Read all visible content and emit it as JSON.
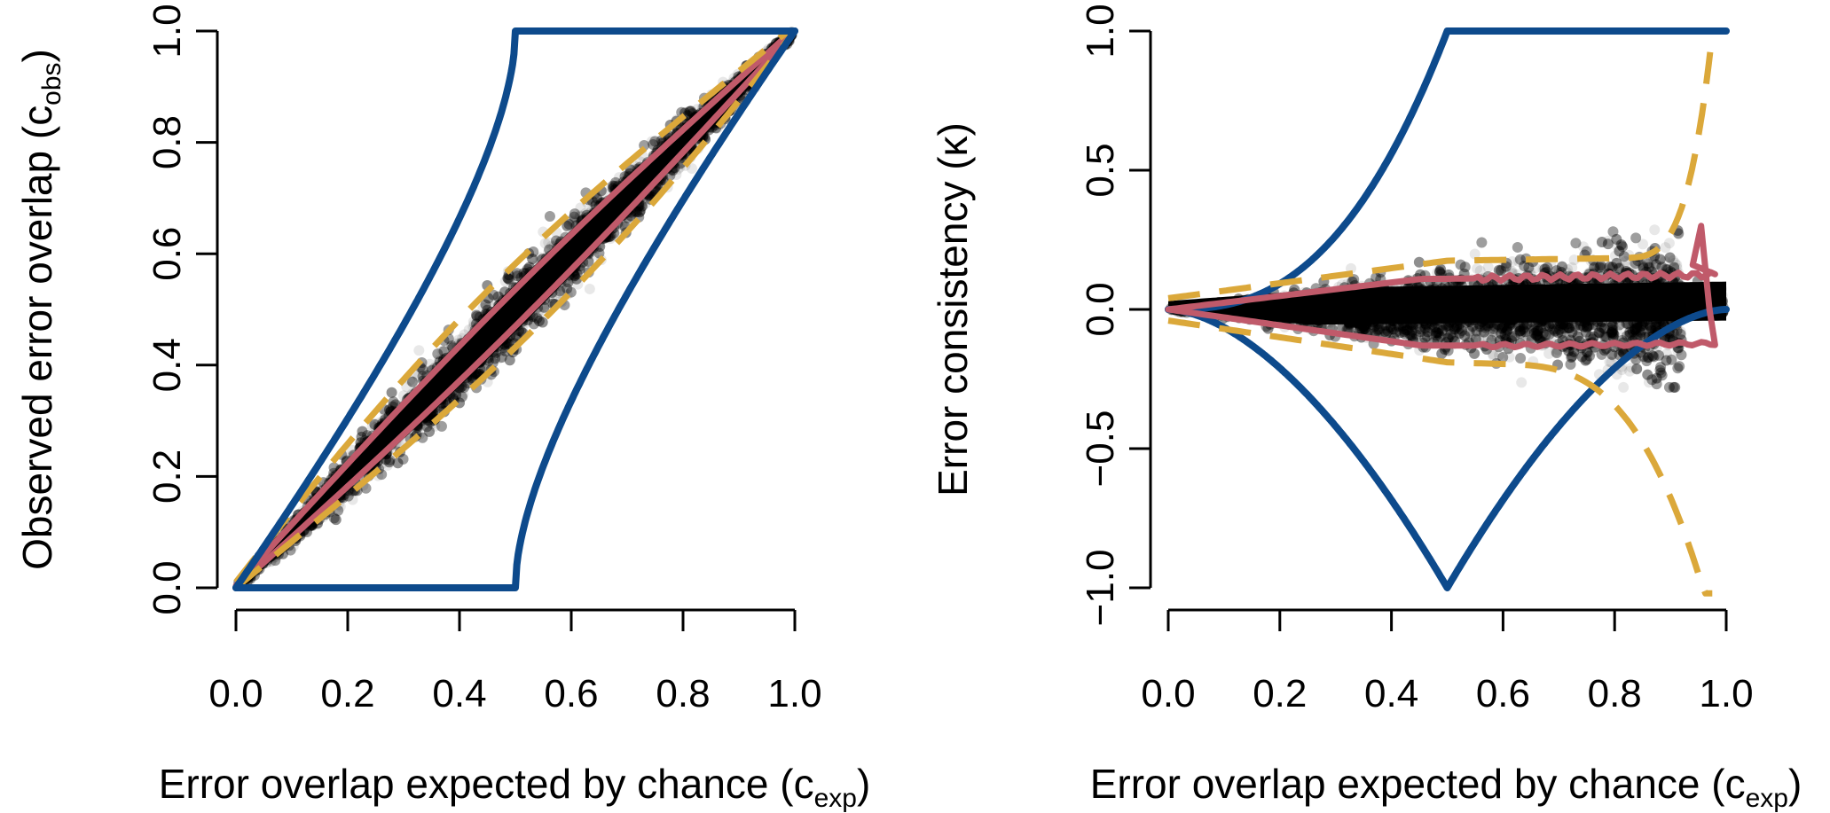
{
  "chart_data": [
    {
      "type": "scatter",
      "xlabel": "Error overlap expected by chance (c",
      "xlabel_sub": "exp",
      "xlabel_close": ")",
      "ylabel": "Observed  error overlap (c",
      "ylabel_sub": "obs",
      "ylabel_close": ")",
      "xlim": [
        0,
        1
      ],
      "ylim": [
        0,
        1
      ],
      "xticks": [
        "0.0",
        "0.2",
        "0.4",
        "0.6",
        "0.8",
        "1.0"
      ],
      "yticks": [
        "0.0",
        "0.2",
        "0.4",
        "0.6",
        "0.8",
        "1.0"
      ],
      "grid": false,
      "colors": {
        "bound": "#0d4a8c",
        "quantile": "#c05a6a",
        "theory": "#dba83a",
        "points": "#000000"
      },
      "series": [
        {
          "style": "solid-blue",
          "x": [
            0,
            0.5,
            0.5,
            1
          ],
          "y": [
            0,
            0,
            0,
            1
          ],
          "kind": "lower-bound"
        },
        {
          "style": "solid-blue",
          "x": [
            0,
            0.5,
            0.5,
            1
          ],
          "y": [
            0,
            1,
            1,
            1
          ],
          "kind": "upper-bound"
        }
      ],
      "band_points": 12000
    },
    {
      "type": "scatter",
      "xlabel": "Error overlap expected by chance (c",
      "xlabel_sub": "exp",
      "xlabel_close": ")",
      "ylabel": "Error consistency (κ)",
      "xlim": [
        0,
        1
      ],
      "ylim": [
        -1,
        1
      ],
      "xticks": [
        "0.0",
        "0.2",
        "0.4",
        "0.6",
        "0.8",
        "1.0"
      ],
      "yticks": [
        "−1.0",
        "−0.5",
        "0.0",
        "0.5",
        "1.0"
      ],
      "grid": false,
      "colors": {
        "bound": "#0d4a8c",
        "quantile": "#c05a6a",
        "theory": "#dba83a",
        "points": "#000000"
      },
      "band_points": 12000
    }
  ]
}
